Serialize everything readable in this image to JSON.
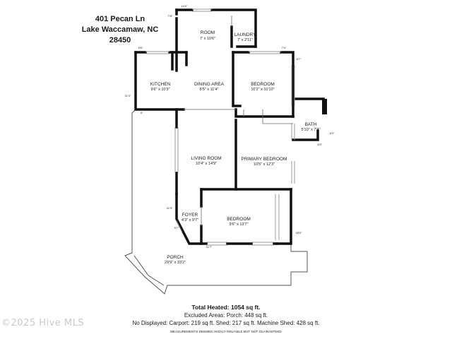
{
  "header": {
    "address_line1": "401 Pecan Ln",
    "address_line2": "Lake Waccamaw, NC 28450"
  },
  "rooms": {
    "room": {
      "name": "ROOM",
      "dims": "7' x 10'6\""
    },
    "laundry": {
      "name": "LAUNDRY",
      "dims": "7' x 2'11\""
    },
    "kitchen": {
      "name": "KITCHEN",
      "dims": "9'6\" x 10'3\""
    },
    "dining": {
      "name": "DINING AREA",
      "dims": "8'5\" x 11'4\""
    },
    "bedroom_upper": {
      "name": "BEDROOM",
      "dims": "10'2\" x 10'10\""
    },
    "bath": {
      "name": "BATH",
      "dims": "5'10\" x 7'3\""
    },
    "living": {
      "name": "LIVING ROOM",
      "dims": "10'4\" x 14'9\""
    },
    "primary": {
      "name": "PRIMARY BEDROOM",
      "dims": "10'5\" x 12'3\""
    },
    "foyer": {
      "name": "FOYER",
      "dims": "4'3\" x 9'7\""
    },
    "bedroom_lower": {
      "name": "BEDROOM",
      "dims": "9'6\" x 13'7\""
    },
    "porch": {
      "name": "PORCH",
      "dims": "29'9\" x 33'2\""
    }
  },
  "dimensions": {
    "top_room": "14'0\"",
    "room_left": "7'8\"",
    "kitchen_top": "8'6\"",
    "bedroom_top": "7'4\"",
    "bedroom_right": "8'7\"",
    "left_wall": "11'3\"",
    "kitchen_corner": "6\"",
    "bath_right": "8'3\"",
    "bath_bottom": "6'0\"",
    "foyer_left": "21'3\"",
    "foyer_corner": "5'7\"",
    "bedroom_bottom": "11'7\"",
    "bedroom_right_lower": "18'0\""
  },
  "footer": {
    "total_heated": "Total Heated: 1054 sq ft.",
    "excluded": "Excluded Areas: Porch: 448 sq ft.",
    "not_displayed": "No Displayed: Carport: 219 sq ft. Shed: 217 sq ft. Machine Shed: 428 sq ft.",
    "disclaimer": "MEASUREMENTS DEEMED HIGHLY RELIABLE BUT NOT GUARANTEED"
  },
  "watermark": "©2025 Hive MLS",
  "colors": {
    "wall": "#111111",
    "thin_line": "#555555",
    "window": "#999999",
    "watermark": "#c9c9c9"
  }
}
